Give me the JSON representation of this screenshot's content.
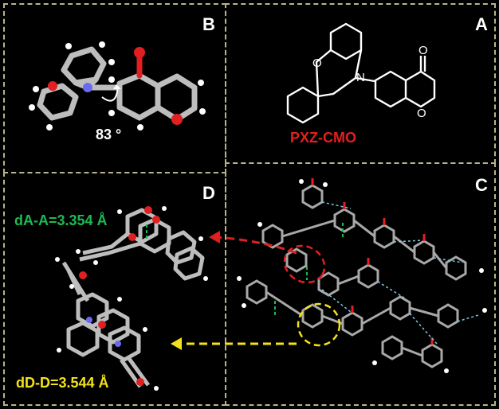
{
  "panels": {
    "A": {
      "letter": "A",
      "compound_label": "PXZ-CMO"
    },
    "B": {
      "letter": "B",
      "angle_label": "83 °"
    },
    "C": {
      "letter": "C"
    },
    "D": {
      "letter": "D",
      "distance_AA": "dA-A=3.354 Å",
      "distance_DD": "dD-D=3.544 Å"
    }
  },
  "colors": {
    "frame": "#b8b48a",
    "compound_label": "#e0201c",
    "distance_AA": "#1db954",
    "distance_DD": "#f3e21a",
    "arrow_red": "#e0201c",
    "arrow_yellow": "#f3e21a"
  }
}
